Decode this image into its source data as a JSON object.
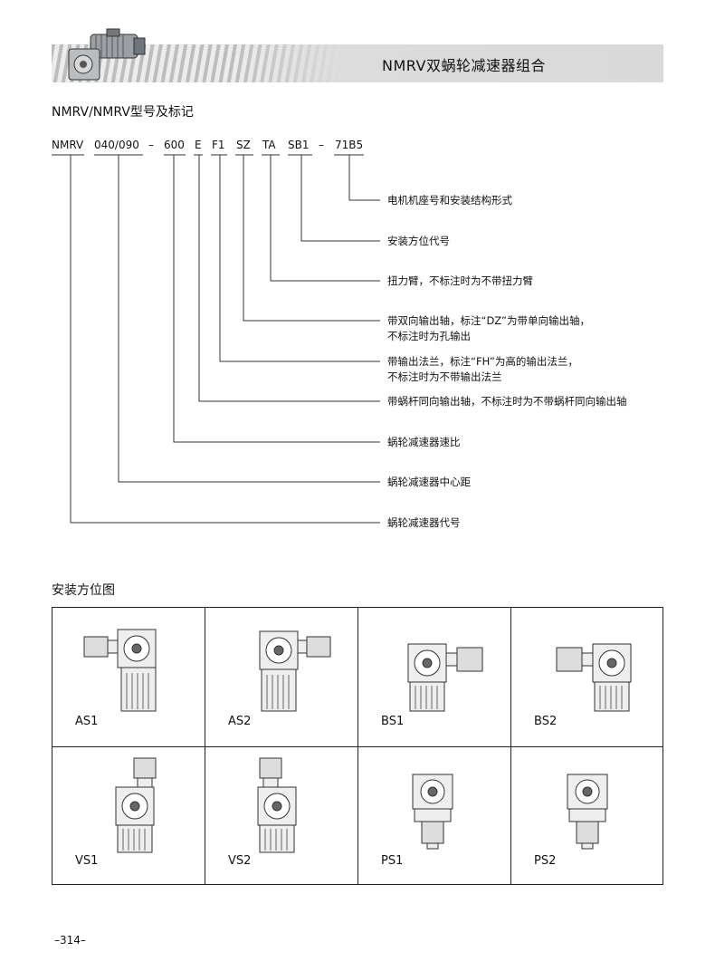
{
  "header": {
    "title": "NMRV双蜗轮减速器组合"
  },
  "model_section": {
    "title": "NMRV/NMRV型号及标记",
    "code_parts": [
      "NMRV",
      "040/090",
      "–",
      "600",
      "E",
      "F1",
      "SZ",
      "TA",
      "SB1",
      "–",
      "71B5"
    ],
    "descriptions": [
      "电机机座号和安装结构形式",
      "安装方位代号",
      "扭力臂，不标注时为不带扭力臂",
      "带双向输出轴，标注“DZ”为带单向输出轴，",
      "不标注时为孔输出",
      "带输出法兰，标注“FH”为高的输出法兰，",
      "不标注时为不带输出法兰",
      "带蜗杆同向输出轴，不标注时为不带蜗杆同向输出轴",
      "蜗轮减速器速比",
      "蜗轮减速器中心距",
      "蜗轮减速器代号"
    ]
  },
  "mounting_section": {
    "title": "安装方位图",
    "positions": [
      "AS1",
      "AS2",
      "BS1",
      "BS2",
      "VS1",
      "VS2",
      "PS1",
      "PS2"
    ]
  },
  "footer": {
    "page_number": "–314–"
  }
}
